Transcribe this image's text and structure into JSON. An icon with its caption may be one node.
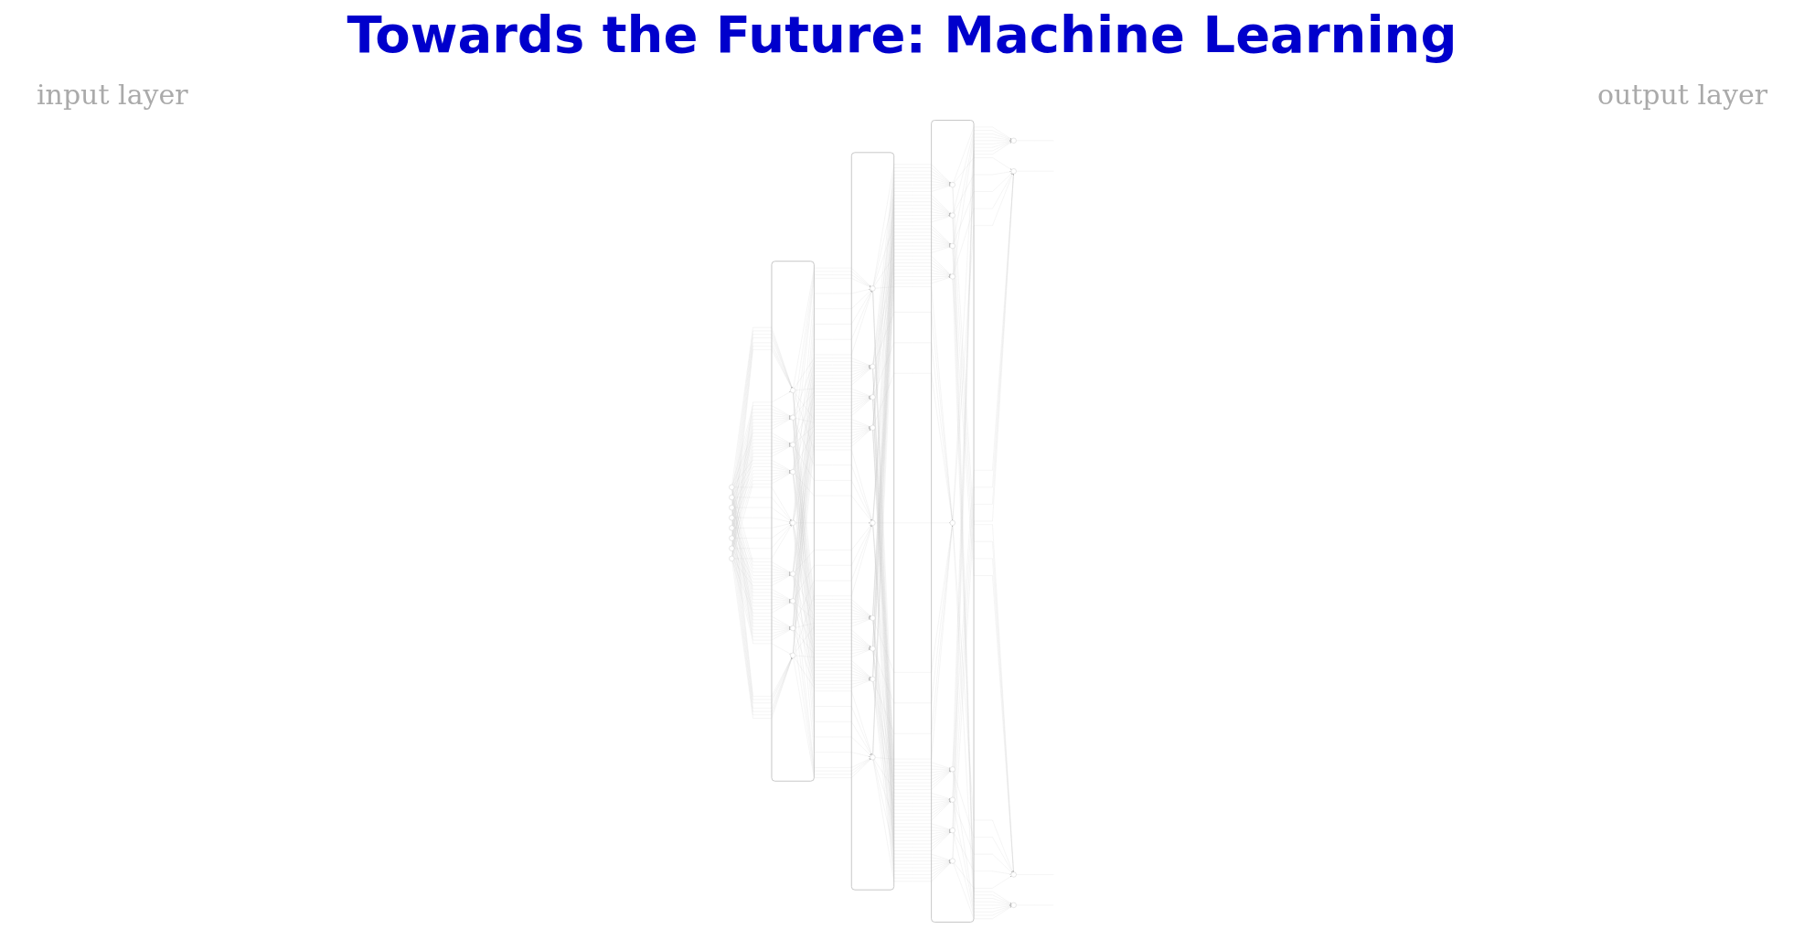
{
  "diagram": {
    "title": "Towards the Future: Machine Learning",
    "nodes": [
      {
        "text": [],
        "shape": "circle"
      },
      {
        "text": [],
        "shape": "circle"
      },
      {
        "text": [],
        "shape": "circle"
      },
      {
        "text": [],
        "shape": "circle"
      },
      {
        "text": [],
        "shape": "circle"
      },
      {
        "text": [],
        "shape": "circle"
      },
      {
        "text": [],
        "shape": "circle"
      },
      {
        "text": [],
        "shape": "circle"
      },
      {
        "text": [],
        "shape": "box"
      },
      {
        "text": [],
        "shape": "circle",
        "in": 8
      },
      {
        "text": [],
        "shape": "circle",
        "in": 8
      },
      {
        "text": [],
        "shape": "circle",
        "in": 8
      },
      {
        "text": [],
        "shape": "circle",
        "in": 8
      },
      {
        "text": [],
        "shape": "circle",
        "in": 8
      },
      {
        "text": [],
        "shape": "circle",
        "in": 8
      },
      {
        "text": [],
        "shape": "circle",
        "in": 8
      },
      {
        "text": [],
        "shape": "circle",
        "in": 8
      },
      {
        "text": [],
        "shape": "circle",
        "in": 8
      },
      {
        "text": [],
        "shape": "box"
      },
      {
        "text": [],
        "shape": "circle",
        "in": 18
      },
      {
        "text": [],
        "shape": "circle",
        "in": 18
      },
      {
        "text": [],
        "shape": "circle",
        "in": 18
      },
      {
        "text": [],
        "shape": "circle",
        "in": 18
      },
      {
        "text": [],
        "shape": "circle",
        "in": 18
      },
      {
        "text": [],
        "shape": "circle",
        "in": 18
      },
      {
        "text": [],
        "shape": "circle",
        "in": 18
      },
      {
        "text": [],
        "shape": "circle",
        "in": 18
      },
      {
        "text": [],
        "shape": "circle",
        "in": 18
      },
      {
        "text": [],
        "shape": "box"
      },
      {
        "text": [],
        "shape": "circle",
        "in": 28
      },
      {
        "text": [],
        "shape": "circle",
        "in": 28
      },
      {
        "text": [],
        "shape": "circle",
        "in": 28
      },
      {
        "text": [],
        "shape": "circle",
        "in": 28
      },
      {
        "text": [],
        "shape": "circle",
        "in": 28
      },
      {
        "text": [],
        "shape": "circle",
        "in": 28
      },
      {
        "text": [],
        "shape": "circle",
        "in": 28
      },
      {
        "text": [],
        "shape": "circle",
        "in": 28
      },
      {
        "text": [],
        "shape": "circle",
        "in": 28
      },
      {
        "text": [],
        "shape": "circle"
      },
      {
        "text": [],
        "shape": "circle"
      },
      {
        "text": [],
        "shape": "circle"
      },
      {
        "text": [],
        "shape": "circle"
      }
    ],
    "edges": [
      {
        "from": 0,
        "to": 9,
        "arrow": "to"
      },
      {
        "from": 0,
        "to": 10,
        "arrow": "to"
      },
      {
        "from": 0,
        "to": 11,
        "arrow": "to"
      },
      {
        "from": 0,
        "to": 12,
        "arrow": "to"
      },
      {
        "from": 0,
        "to": 13,
        "arrow": "to"
      },
      {
        "from": 0,
        "to": 14,
        "arrow": "to"
      },
      {
        "from": 0,
        "to": 15,
        "arrow": "to"
      },
      {
        "from": 0,
        "to": 16,
        "arrow": "to"
      },
      {
        "from": 0,
        "to": 17,
        "arrow": "to"
      },
      {
        "from": 1,
        "to": 9,
        "arrow": "to"
      },
      {
        "from": 1,
        "to": 10,
        "arrow": "to"
      },
      {
        "from": 1,
        "to": 11,
        "arrow": "to"
      },
      {
        "from": 1,
        "to": 12,
        "arrow": "to"
      },
      {
        "from": 1,
        "to": 13,
        "arrow": "to"
      },
      {
        "from": 1,
        "to": 14,
        "arrow": "to"
      },
      {
        "from": 1,
        "to": 15,
        "arrow": "to"
      },
      {
        "from": 1,
        "to": 16,
        "arrow": "to"
      },
      {
        "from": 1,
        "to": 17,
        "arrow": "to"
      },
      {
        "from": 2,
        "to": 9,
        "arrow": "to"
      },
      {
        "from": 2,
        "to": 10,
        "arrow": "to"
      },
      {
        "from": 2,
        "to": 11,
        "arrow": "to"
      },
      {
        "from": 2,
        "to": 12,
        "arrow": "to"
      },
      {
        "from": 2,
        "to": 13,
        "arrow": "to"
      },
      {
        "from": 2,
        "to": 14,
        "arrow": "to"
      },
      {
        "from": 2,
        "to": 15,
        "arrow": "to"
      },
      {
        "from": 2,
        "to": 16,
        "arrow": "to"
      },
      {
        "from": 2,
        "to": 17,
        "arrow": "to"
      },
      {
        "from": 3,
        "to": 9,
        "arrow": "to"
      },
      {
        "from": 3,
        "to": 10,
        "arrow": "to"
      },
      {
        "from": 3,
        "to": 11,
        "arrow": "to"
      },
      {
        "from": 3,
        "to": 12,
        "arrow": "to"
      },
      {
        "from": 3,
        "to": 13,
        "arrow": "to"
      },
      {
        "from": 3,
        "to": 14,
        "arrow": "to"
      },
      {
        "from": 3,
        "to": 15,
        "arrow": "to"
      },
      {
        "from": 3,
        "to": 16,
        "arrow": "to"
      },
      {
        "from": 3,
        "to": 17,
        "arrow": "to"
      },
      {
        "from": 4,
        "to": 9,
        "arrow": "to"
      },
      {
        "from": 4,
        "to": 10,
        "arrow": "to"
      },
      {
        "from": 4,
        "to": 11,
        "arrow": "to"
      },
      {
        "from": 4,
        "to": 12,
        "arrow": "to"
      },
      {
        "from": 4,
        "to": 13,
        "arrow": "to"
      },
      {
        "from": 4,
        "to": 14,
        "arrow": "to"
      },
      {
        "from": 4,
        "to": 15,
        "arrow": "to"
      },
      {
        "from": 4,
        "to": 16,
        "arrow": "to"
      },
      {
        "from": 4,
        "to": 17,
        "arrow": "to"
      },
      {
        "from": 5,
        "to": 9,
        "arrow": "to"
      },
      {
        "from": 5,
        "to": 10,
        "arrow": "to"
      },
      {
        "from": 5,
        "to": 11,
        "arrow": "to"
      },
      {
        "from": 5,
        "to": 12,
        "arrow": "to"
      },
      {
        "from": 5,
        "to": 13,
        "arrow": "to"
      },
      {
        "from": 5,
        "to": 14,
        "arrow": "to"
      },
      {
        "from": 5,
        "to": 15,
        "arrow": "to"
      },
      {
        "from": 5,
        "to": 16,
        "arrow": "to"
      },
      {
        "from": 5,
        "to": 17,
        "arrow": "to"
      },
      {
        "from": 6,
        "to": 9,
        "arrow": "to"
      },
      {
        "from": 6,
        "to": 10,
        "arrow": "to"
      },
      {
        "from": 6,
        "to": 11,
        "arrow": "to"
      },
      {
        "from": 6,
        "to": 12,
        "arrow": "to"
      },
      {
        "from": 6,
        "to": 13,
        "arrow": "to"
      },
      {
        "from": 6,
        "to": 14,
        "arrow": "to"
      },
      {
        "from": 6,
        "to": 15,
        "arrow": "to"
      },
      {
        "from": 6,
        "to": 16,
        "arrow": "to"
      },
      {
        "from": 6,
        "to": 17,
        "arrow": "to"
      },
      {
        "from": 7,
        "to": 9,
        "arrow": "to"
      },
      {
        "from": 7,
        "to": 10,
        "arrow": "to"
      },
      {
        "from": 7,
        "to": 11,
        "arrow": "to"
      },
      {
        "from": 7,
        "to": 12,
        "arrow": "to"
      },
      {
        "from": 7,
        "to": 13,
        "arrow": "to"
      },
      {
        "from": 7,
        "to": 14,
        "arrow": "to"
      },
      {
        "from": 7,
        "to": 15,
        "arrow": "to"
      },
      {
        "from": 7,
        "to": 16,
        "arrow": "to"
      },
      {
        "from": 7,
        "to": 17,
        "arrow": "to"
      },
      {
        "from": 9,
        "to": 19,
        "arrow": "to"
      },
      {
        "from": 9,
        "to": 20,
        "arrow": "to"
      },
      {
        "from": 9,
        "to": 21,
        "arrow": "to"
      },
      {
        "from": 9,
        "to": 22,
        "arrow": "to"
      },
      {
        "from": 9,
        "to": 23,
        "arrow": "to"
      },
      {
        "from": 9,
        "to": 24,
        "arrow": "to"
      },
      {
        "from": 9,
        "to": 25,
        "arrow": "to"
      },
      {
        "from": 9,
        "to": 26,
        "arrow": "to"
      },
      {
        "from": 9,
        "to": 27,
        "arrow": "to"
      },
      {
        "from": 10,
        "to": 19,
        "arrow": "to"
      },
      {
        "from": 10,
        "to": 20,
        "arrow": "to"
      },
      {
        "from": 10,
        "to": 21,
        "arrow": "to"
      },
      {
        "from": 10,
        "to": 22,
        "arrow": "to"
      },
      {
        "from": 10,
        "to": 23,
        "arrow": "to"
      },
      {
        "from": 10,
        "to": 24,
        "arrow": "to"
      },
      {
        "from": 10,
        "to": 25,
        "arrow": "to"
      },
      {
        "from": 10,
        "to": 26,
        "arrow": "to"
      },
      {
        "from": 10,
        "to": 27,
        "arrow": "to"
      },
      {
        "from": 11,
        "to": 19,
        "arrow": "to"
      },
      {
        "from": 11,
        "to": 20,
        "arrow": "to"
      },
      {
        "from": 11,
        "to": 21,
        "arrow": "to"
      },
      {
        "from": 11,
        "to": 22,
        "arrow": "to"
      },
      {
        "from": 11,
        "to": 23,
        "arrow": "to"
      },
      {
        "from": 11,
        "to": 24,
        "arrow": "to"
      },
      {
        "from": 11,
        "to": 25,
        "arrow": "to"
      },
      {
        "from": 11,
        "to": 26,
        "arrow": "to"
      },
      {
        "from": 11,
        "to": 27,
        "arrow": "to"
      },
      {
        "from": 12,
        "to": 19,
        "arrow": "to"
      },
      {
        "from": 12,
        "to": 20,
        "arrow": "to"
      },
      {
        "from": 12,
        "to": 21,
        "arrow": "to"
      },
      {
        "from": 12,
        "to": 22,
        "arrow": "to"
      },
      {
        "from": 12,
        "to": 23,
        "arrow": "to"
      },
      {
        "from": 12,
        "to": 24,
        "arrow": "to"
      },
      {
        "from": 12,
        "to": 25,
        "arrow": "to"
      },
      {
        "from": 12,
        "to": 26,
        "arrow": "to"
      },
      {
        "from": 12,
        "to": 27,
        "arrow": "to"
      },
      {
        "from": 13,
        "to": 19,
        "arrow": "to"
      },
      {
        "from": 13,
        "to": 20,
        "arrow": "to"
      },
      {
        "from": 13,
        "to": 21,
        "arrow": "to"
      },
      {
        "from": 13,
        "to": 22,
        "arrow": "to"
      },
      {
        "from": 13,
        "to": 23,
        "arrow": "to"
      },
      {
        "from": 13,
        "to": 24,
        "arrow": "to"
      },
      {
        "from": 13,
        "to": 25,
        "arrow": "to"
      },
      {
        "from": 13,
        "to": 26,
        "arrow": "to"
      },
      {
        "from": 13,
        "to": 27,
        "arrow": "to"
      },
      {
        "from": 14,
        "to": 19,
        "arrow": "to"
      },
      {
        "from": 14,
        "to": 20,
        "arrow": "to"
      },
      {
        "from": 14,
        "to": 21,
        "arrow": "to"
      },
      {
        "from": 14,
        "to": 22,
        "arrow": "to"
      },
      {
        "from": 14,
        "to": 23,
        "arrow": "to"
      },
      {
        "from": 14,
        "to": 24,
        "arrow": "to"
      },
      {
        "from": 14,
        "to": 25,
        "arrow": "to"
      },
      {
        "from": 14,
        "to": 26,
        "arrow": "to"
      },
      {
        "from": 14,
        "to": 27,
        "arrow": "to"
      },
      {
        "from": 15,
        "to": 19,
        "arrow": "to"
      },
      {
        "from": 15,
        "to": 20,
        "arrow": "to"
      },
      {
        "from": 15,
        "to": 21,
        "arrow": "to"
      },
      {
        "from": 15,
        "to": 22,
        "arrow": "to"
      },
      {
        "from": 15,
        "to": 23,
        "arrow": "to"
      },
      {
        "from": 15,
        "to": 24,
        "arrow": "to"
      },
      {
        "from": 15,
        "to": 25,
        "arrow": "to"
      },
      {
        "from": 15,
        "to": 26,
        "arrow": "to"
      },
      {
        "from": 15,
        "to": 27,
        "arrow": "to"
      },
      {
        "from": 16,
        "to": 19,
        "arrow": "to"
      },
      {
        "from": 16,
        "to": 20,
        "arrow": "to"
      },
      {
        "from": 16,
        "to": 21,
        "arrow": "to"
      },
      {
        "from": 16,
        "to": 22,
        "arrow": "to"
      },
      {
        "from": 16,
        "to": 23,
        "arrow": "to"
      },
      {
        "from": 16,
        "to": 24,
        "arrow": "to"
      },
      {
        "from": 16,
        "to": 25,
        "arrow": "to"
      },
      {
        "from": 16,
        "to": 26,
        "arrow": "to"
      },
      {
        "from": 16,
        "to": 27,
        "arrow": "to"
      },
      {
        "from": 17,
        "to": 19,
        "arrow": "to"
      },
      {
        "from": 17,
        "to": 20,
        "arrow": "to"
      },
      {
        "from": 17,
        "to": 21,
        "arrow": "to"
      },
      {
        "from": 17,
        "to": 22,
        "arrow": "to"
      },
      {
        "from": 17,
        "to": 23,
        "arrow": "to"
      },
      {
        "from": 17,
        "to": 24,
        "arrow": "to"
      },
      {
        "from": 17,
        "to": 25,
        "arrow": "to"
      },
      {
        "from": 17,
        "to": 26,
        "arrow": "to"
      },
      {
        "from": 17,
        "to": 27,
        "arrow": "to"
      },
      {
        "from": 19,
        "to": 29,
        "arrow": "to"
      },
      {
        "from": 19,
        "to": 30,
        "arrow": "to"
      },
      {
        "from": 19,
        "to": 31,
        "arrow": "to"
      },
      {
        "from": 19,
        "to": 32,
        "arrow": "to"
      },
      {
        "from": 19,
        "to": 33,
        "arrow": "to"
      },
      {
        "from": 19,
        "to": 34,
        "arrow": "to"
      },
      {
        "from": 19,
        "to": 35,
        "arrow": "to"
      },
      {
        "from": 19,
        "to": 36,
        "arrow": "to"
      },
      {
        "from": 19,
        "to": 37,
        "arrow": "to"
      },
      {
        "from": 20,
        "to": 29,
        "arrow": "to"
      },
      {
        "from": 20,
        "to": 30,
        "arrow": "to"
      },
      {
        "from": 20,
        "to": 31,
        "arrow": "to"
      },
      {
        "from": 20,
        "to": 32,
        "arrow": "to"
      },
      {
        "from": 20,
        "to": 33,
        "arrow": "to"
      },
      {
        "from": 20,
        "to": 34,
        "arrow": "to"
      },
      {
        "from": 20,
        "to": 35,
        "arrow": "to"
      },
      {
        "from": 20,
        "to": 36,
        "arrow": "to"
      },
      {
        "from": 20,
        "to": 37,
        "arrow": "to"
      },
      {
        "from": 21,
        "to": 29,
        "arrow": "to"
      },
      {
        "from": 21,
        "to": 30,
        "arrow": "to"
      },
      {
        "from": 21,
        "to": 31,
        "arrow": "to"
      },
      {
        "from": 21,
        "to": 32,
        "arrow": "to"
      },
      {
        "from": 21,
        "to": 33,
        "arrow": "to"
      },
      {
        "from": 21,
        "to": 34,
        "arrow": "to"
      },
      {
        "from": 21,
        "to": 35,
        "arrow": "to"
      },
      {
        "from": 21,
        "to": 36,
        "arrow": "to"
      },
      {
        "from": 21,
        "to": 37,
        "arrow": "to"
      },
      {
        "from": 22,
        "to": 29,
        "arrow": "to"
      },
      {
        "from": 22,
        "to": 30,
        "arrow": "to"
      },
      {
        "from": 22,
        "to": 31,
        "arrow": "to"
      },
      {
        "from": 22,
        "to": 32,
        "arrow": "to"
      },
      {
        "from": 22,
        "to": 33,
        "arrow": "to"
      },
      {
        "from": 22,
        "to": 34,
        "arrow": "to"
      },
      {
        "from": 22,
        "to": 35,
        "arrow": "to"
      },
      {
        "from": 22,
        "to": 36,
        "arrow": "to"
      },
      {
        "from": 22,
        "to": 37,
        "arrow": "to"
      },
      {
        "from": 23,
        "to": 29,
        "arrow": "to"
      },
      {
        "from": 23,
        "to": 30,
        "arrow": "to"
      },
      {
        "from": 23,
        "to": 31,
        "arrow": "to"
      },
      {
        "from": 23,
        "to": 32,
        "arrow": "to"
      },
      {
        "from": 23,
        "to": 33,
        "arrow": "to"
      },
      {
        "from": 23,
        "to": 34,
        "arrow": "to"
      },
      {
        "from": 23,
        "to": 35,
        "arrow": "to"
      },
      {
        "from": 23,
        "to": 36,
        "arrow": "to"
      },
      {
        "from": 23,
        "to": 37,
        "arrow": "to"
      },
      {
        "from": 24,
        "to": 29,
        "arrow": "to"
      },
      {
        "from": 24,
        "to": 30,
        "arrow": "to"
      },
      {
        "from": 24,
        "to": 31,
        "arrow": "to"
      },
      {
        "from": 24,
        "to": 32,
        "arrow": "to"
      },
      {
        "from": 24,
        "to": 33,
        "arrow": "to"
      },
      {
        "from": 24,
        "to": 34,
        "arrow": "to"
      },
      {
        "from": 24,
        "to": 35,
        "arrow": "to"
      },
      {
        "from": 24,
        "to": 36,
        "arrow": "to"
      },
      {
        "from": 24,
        "to": 37,
        "arrow": "to"
      },
      {
        "from": 25,
        "to": 29,
        "arrow": "to"
      },
      {
        "from": 25,
        "to": 30,
        "arrow": "to"
      },
      {
        "from": 25,
        "to": 31,
        "arrow": "to"
      },
      {
        "from": 25,
        "to": 32,
        "arrow": "to"
      },
      {
        "from": 25,
        "to": 33,
        "arrow": "to"
      },
      {
        "from": 25,
        "to": 34,
        "arrow": "to"
      },
      {
        "from": 25,
        "to": 35,
        "arrow": "to"
      },
      {
        "from": 25,
        "to": 36,
        "arrow": "to"
      },
      {
        "from": 25,
        "to": 37,
        "arrow": "to"
      },
      {
        "from": 26,
        "to": 29,
        "arrow": "to"
      },
      {
        "from": 26,
        "to": 30,
        "arrow": "to"
      },
      {
        "from": 26,
        "to": 31,
        "arrow": "to"
      },
      {
        "from": 26,
        "to": 32,
        "arrow": "to"
      },
      {
        "from": 26,
        "to": 33,
        "arrow": "to"
      },
      {
        "from": 26,
        "to": 34,
        "arrow": "to"
      },
      {
        "from": 26,
        "to": 35,
        "arrow": "to"
      },
      {
        "from": 26,
        "to": 36,
        "arrow": "to"
      },
      {
        "from": 26,
        "to": 37,
        "arrow": "to"
      },
      {
        "from": 27,
        "to": 29,
        "arrow": "to"
      },
      {
        "from": 27,
        "to": 30,
        "arrow": "to"
      },
      {
        "from": 27,
        "to": 31,
        "arrow": "to"
      },
      {
        "from": 27,
        "to": 32,
        "arrow": "to"
      },
      {
        "from": 27,
        "to": 33,
        "arrow": "to"
      },
      {
        "from": 27,
        "to": 34,
        "arrow": "to"
      },
      {
        "from": 27,
        "to": 35,
        "arrow": "to"
      },
      {
        "from": 27,
        "to": 36,
        "arrow": "to"
      },
      {
        "from": 27,
        "to": 37,
        "arrow": "to"
      },
      {
        "from": 29,
        "to": 38,
        "arrow": "to"
      },
      {
        "from": 29,
        "to": 39,
        "arrow": "to"
      },
      {
        "from": 29,
        "to": 40,
        "arrow": "to"
      },
      {
        "from": 29,
        "to": 41,
        "arrow": "to"
      },
      {
        "from": 30,
        "to": 38,
        "arrow": "to"
      },
      {
        "from": 30,
        "to": 39,
        "arrow": "to"
      },
      {
        "from": 30,
        "to": 40,
        "arrow": "to"
      },
      {
        "from": 30,
        "to": 41,
        "arrow": "to"
      },
      {
        "from": 31,
        "to": 38,
        "arrow": "to"
      },
      {
        "from": 31,
        "to": 39,
        "arrow": "to"
      },
      {
        "from": 31,
        "to": 40,
        "arrow": "to"
      },
      {
        "from": 31,
        "to": 41,
        "arrow": "to"
      },
      {
        "from": 32,
        "to": 38,
        "arrow": "to"
      },
      {
        "from": 32,
        "to": 39,
        "arrow": "to"
      },
      {
        "from": 32,
        "to": 40,
        "arrow": "to"
      },
      {
        "from": 32,
        "to": 41,
        "arrow": "to"
      },
      {
        "from": 33,
        "to": 38,
        "arrow": "to"
      },
      {
        "from": 33,
        "to": 39,
        "arrow": "to"
      },
      {
        "from": 33,
        "to": 40,
        "arrow": "to"
      },
      {
        "from": 33,
        "to": 41,
        "arrow": "to"
      },
      {
        "from": 34,
        "to": 38,
        "arrow": "to"
      },
      {
        "from": 34,
        "to": 39,
        "arrow": "to"
      },
      {
        "from": 34,
        "to": 40,
        "arrow": "to"
      },
      {
        "from": 34,
        "to": 41,
        "arrow": "to"
      },
      {
        "from": 35,
        "to": 38,
        "arrow": "to"
      },
      {
        "from": 35,
        "to": 39,
        "arrow": "to"
      },
      {
        "from": 35,
        "to": 40,
        "arrow": "to"
      },
      {
        "from": 35,
        "to": 41,
        "arrow": "to"
      },
      {
        "from": 36,
        "to": 38,
        "arrow": "to"
      },
      {
        "from": 36,
        "to": 39,
        "arrow": "to"
      },
      {
        "from": 36,
        "to": 40,
        "arrow": "to"
      },
      {
        "from": 36,
        "to": 41,
        "arrow": "to"
      },
      {
        "from": 37,
        "to": 38,
        "arrow": "to"
      },
      {
        "from": 37,
        "to": 39,
        "arrow": "to"
      },
      {
        "from": 37,
        "to": 40,
        "arrow": "to"
      },
      {
        "from": 37,
        "to": 41,
        "arrow": "to"
      },
      {
        "from": 38,
        "to": null,
        "arrow": "none"
      },
      {
        "from": 39,
        "to": null,
        "arrow": "none"
      },
      {
        "from": 40,
        "to": null,
        "arrow": "none"
      },
      {
        "from": 41,
        "to": null,
        "arrow": "none"
      }
    ],
    "labels": [
      "input layer",
      "output layer"
    ]
  }
}
